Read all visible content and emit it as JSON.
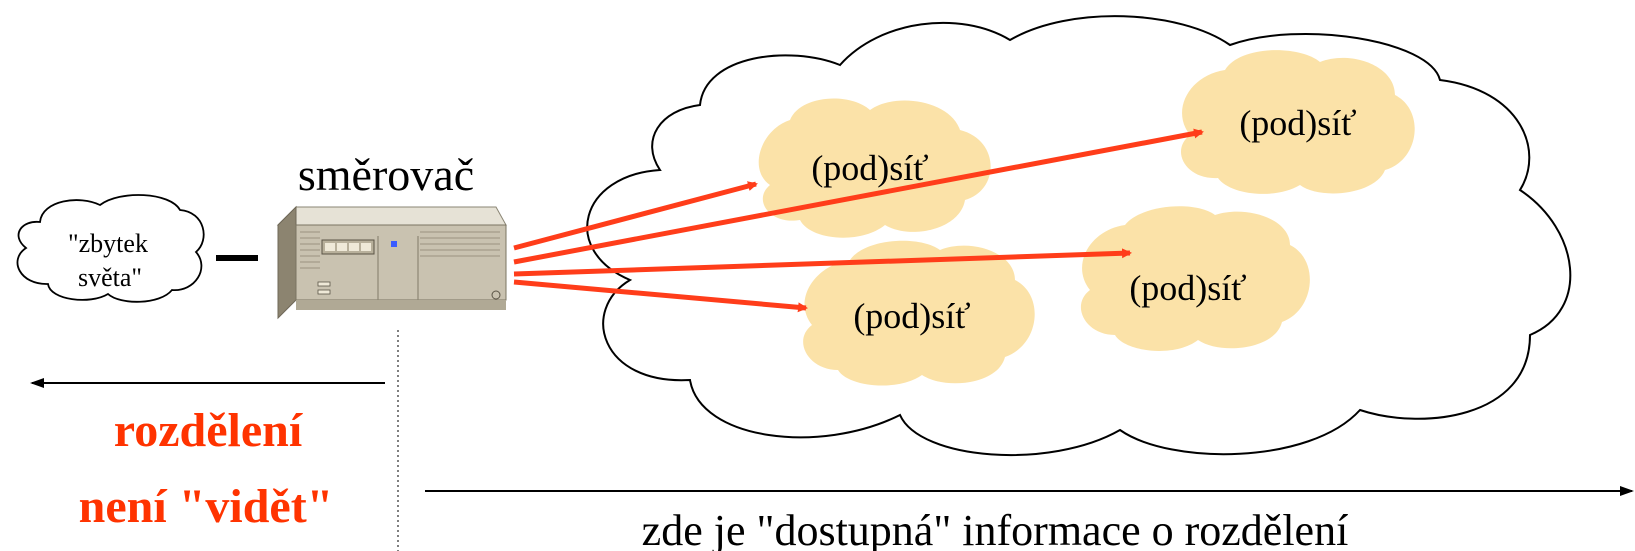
{
  "router_label": "směrovač",
  "rest_of_world": {
    "line1": "\"zbytek",
    "line2": "světa\""
  },
  "subnets": [
    {
      "label": "(pod)síť"
    },
    {
      "label": "(pod)síť"
    },
    {
      "label": "(pod)síť"
    },
    {
      "label": "(pod)síť"
    }
  ],
  "hidden_note": {
    "line1": "rozdělení",
    "line2": "není \"vidět\""
  },
  "available_note": "zde je \"dostupná\" informace o rozdělení",
  "colors": {
    "arrow": "#ff3d1a",
    "subnet_fill": "#fbe2a8",
    "hidden_text": "#ff3300",
    "outline": "#000000"
  }
}
